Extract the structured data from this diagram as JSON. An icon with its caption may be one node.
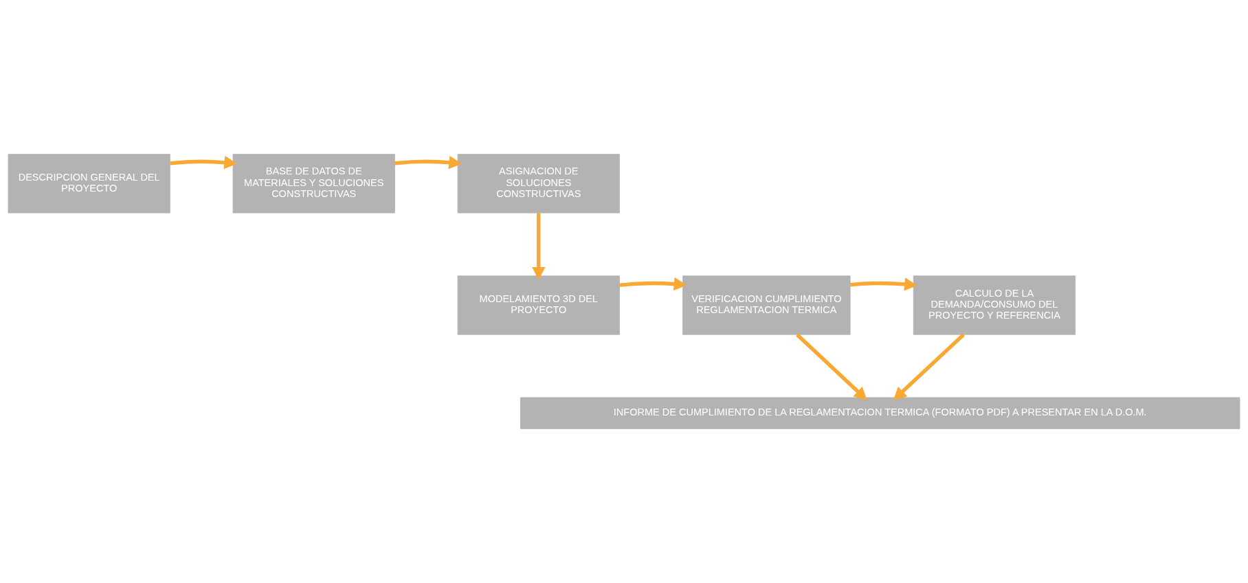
{
  "diagram": {
    "nodes": [
      {
        "text": [
          "DESCRIPCION GENERAL DEL PROYECTO"
        ]
      },
      {
        "text": [
          "BASE DE DATOS DE MATERIALES Y SOLUCIONES CONSTRUCTIVAS"
        ]
      },
      {
        "text": [
          "ASIGNACION DE SOLUCIONES CONSTRUCTIVAS"
        ]
      },
      {
        "text": [
          "CALCULO DE LA DEMANDA/CONSUMO DEL PROYECTO Y REFERENCIA"
        ]
      },
      {
        "text": [
          "VERIFICACION CUMPLIMIENTO REGLAMENTACION TERMICA"
        ]
      },
      {
        "text": [
          "MODELAMIENTO 3D DEL PROYECTO"
        ]
      },
      {
        "text": [
          "INFORME DE CUMPLIMIENTO DE LA REGLAMENTACION TERMICA (FORMATO PDF) A PRESENTAR EN LA D.O.M."
        ]
      }
    ],
    "edges": [
      {
        "from": 0,
        "to": 1,
        "arrow": "to"
      },
      {
        "from": 1,
        "to": 2,
        "arrow": "to"
      },
      {
        "from": 2,
        "to": 5,
        "arrow": "to"
      },
      {
        "from": 5,
        "to": 4,
        "arrow": "to"
      },
      {
        "from": 4,
        "to": 3,
        "arrow": "to"
      },
      {
        "from": 3,
        "to": 6,
        "arrow": "to"
      },
      {
        "from": 4,
        "to": 6,
        "arrow": "to"
      }
    ]
  }
}
